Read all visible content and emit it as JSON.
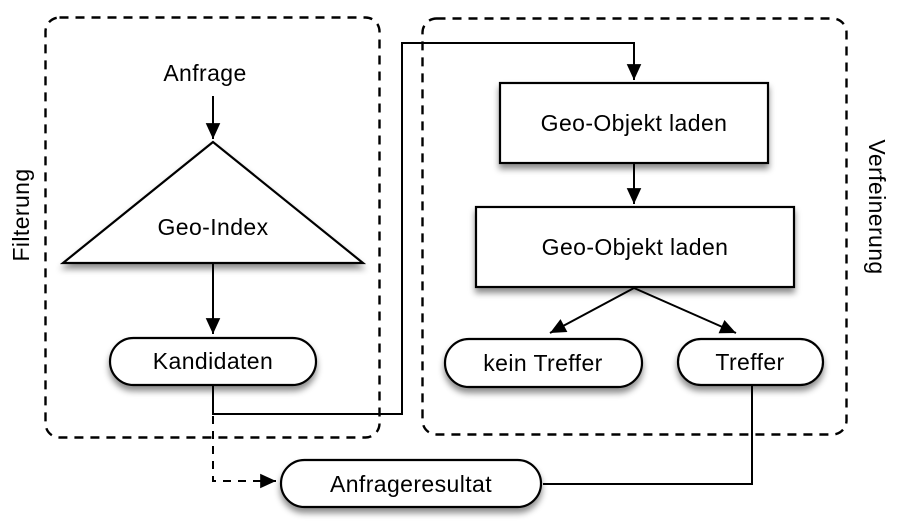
{
  "groups": [
    {
      "id": "filterung",
      "label": "Filterung"
    },
    {
      "id": "verfeinerung",
      "label": "Verfeinerung"
    }
  ],
  "nodes": [
    {
      "id": "anfrage",
      "label": "Anfrage",
      "shape": "text"
    },
    {
      "id": "geo-index",
      "label": "Geo-Index",
      "shape": "triangle"
    },
    {
      "id": "kandidaten",
      "label": "Kandidaten",
      "shape": "pill"
    },
    {
      "id": "geo-objekt-laden-1",
      "label": "Geo-Objekt laden",
      "shape": "rect"
    },
    {
      "id": "geo-objekt-laden-2",
      "label": "Geo-Objekt laden",
      "shape": "rect"
    },
    {
      "id": "kein-treffer",
      "label": "kein Treffer",
      "shape": "pill"
    },
    {
      "id": "treffer",
      "label": "Treffer",
      "shape": "pill"
    },
    {
      "id": "anfrageresultat",
      "label": "Anfrageresultat",
      "shape": "pill"
    }
  ],
  "edges": [
    {
      "from": "anfrage",
      "to": "geo-index",
      "style": "solid-arrow"
    },
    {
      "from": "geo-index",
      "to": "kandidaten",
      "style": "solid-arrow"
    },
    {
      "from": "kandidaten",
      "to": "geo-objekt-laden-1",
      "style": "solid-arrow"
    },
    {
      "from": "geo-objekt-laden-1",
      "to": "geo-objekt-laden-2",
      "style": "solid-arrow"
    },
    {
      "from": "geo-objekt-laden-2",
      "to": "kein-treffer",
      "style": "solid-arrow"
    },
    {
      "from": "geo-objekt-laden-2",
      "to": "treffer",
      "style": "solid-arrow"
    },
    {
      "from": "treffer",
      "to": "anfrageresultat",
      "style": "solid-line"
    },
    {
      "from": "kandidaten",
      "to": "anfrageresultat",
      "style": "dashed-arrow"
    }
  ],
  "colors": {
    "stroke": "#000000",
    "fill": "#ffffff",
    "background": "#ffffff"
  }
}
